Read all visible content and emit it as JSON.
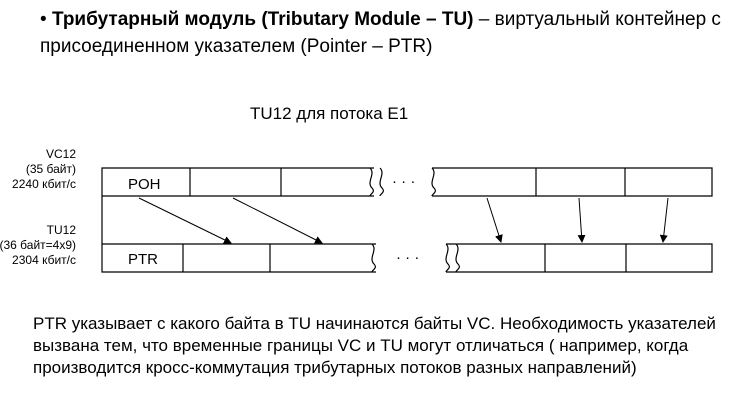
{
  "heading": {
    "bullet": "•",
    "term": "Трибутарный модуль (Tributary Module – TU)",
    "rest": " – виртуальный контейнер с присоединенном указателем (Pointer – PTR)"
  },
  "diagram": {
    "title": "TU12 для потока E1",
    "vc_label": [
      "VC12",
      "(35 байт)",
      "2240 кбит/с"
    ],
    "tu_label": [
      "TU12",
      "(36 байт=4x9)",
      "2304 кбит/с"
    ],
    "vc_first_cell": "POH",
    "tu_first_cell": "PTR",
    "ellipsis": "· · ·"
  },
  "description": "PTR указывает с какого байта в TU начинаются байты VC. Необходимость указателей вызвана тем, что временные границы VC и TU могут отличаться ( например, когда производится кросс-коммутация трибутарных потоков разных направлений)"
}
